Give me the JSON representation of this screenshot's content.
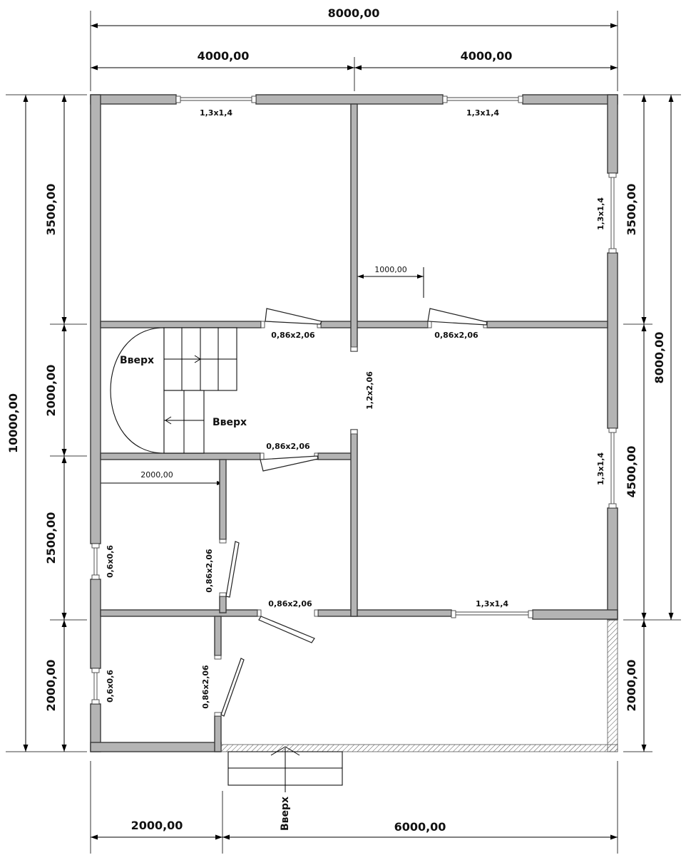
{
  "dimensions": {
    "total_width": "8000,00",
    "left_half": "4000,00",
    "right_half": "4000,00",
    "total_height": "10000,00",
    "right_height": "8000,00",
    "left_1": "3500,00",
    "left_2": "2000,00",
    "left_3": "2500,00",
    "left_4": "2000,00",
    "right_1": "3500,00",
    "right_2": "4500,00",
    "right_3": "2000,00",
    "bottom_left": "2000,00",
    "bottom_right": "6000,00",
    "inner_1000": "1000,00",
    "inner_2000": "2000,00"
  },
  "openings": {
    "win_top_left": "1,3x1,4",
    "win_top_right": "1,3x1,4",
    "win_right_upper": "1,3x1,4",
    "win_right_lower": "1,3x1,4",
    "win_bottom_mid": "1,3x1,4",
    "win_left_upper": "0,6x0,6",
    "win_left_lower": "0,6x0,6",
    "door_left_room": "0,86x2,06",
    "door_right_room": "0,86x2,06",
    "arch_center": "1,2x2,06",
    "door_hall_lower": "0,86x2,06",
    "door_bath": "0,86x2,06",
    "door_corridor": "0,86x2,06",
    "door_entry_room": "0,86x2,06"
  },
  "stairs": {
    "up_1": "Вверх",
    "up_2": "Вверх",
    "up_porch": "Вверх"
  }
}
